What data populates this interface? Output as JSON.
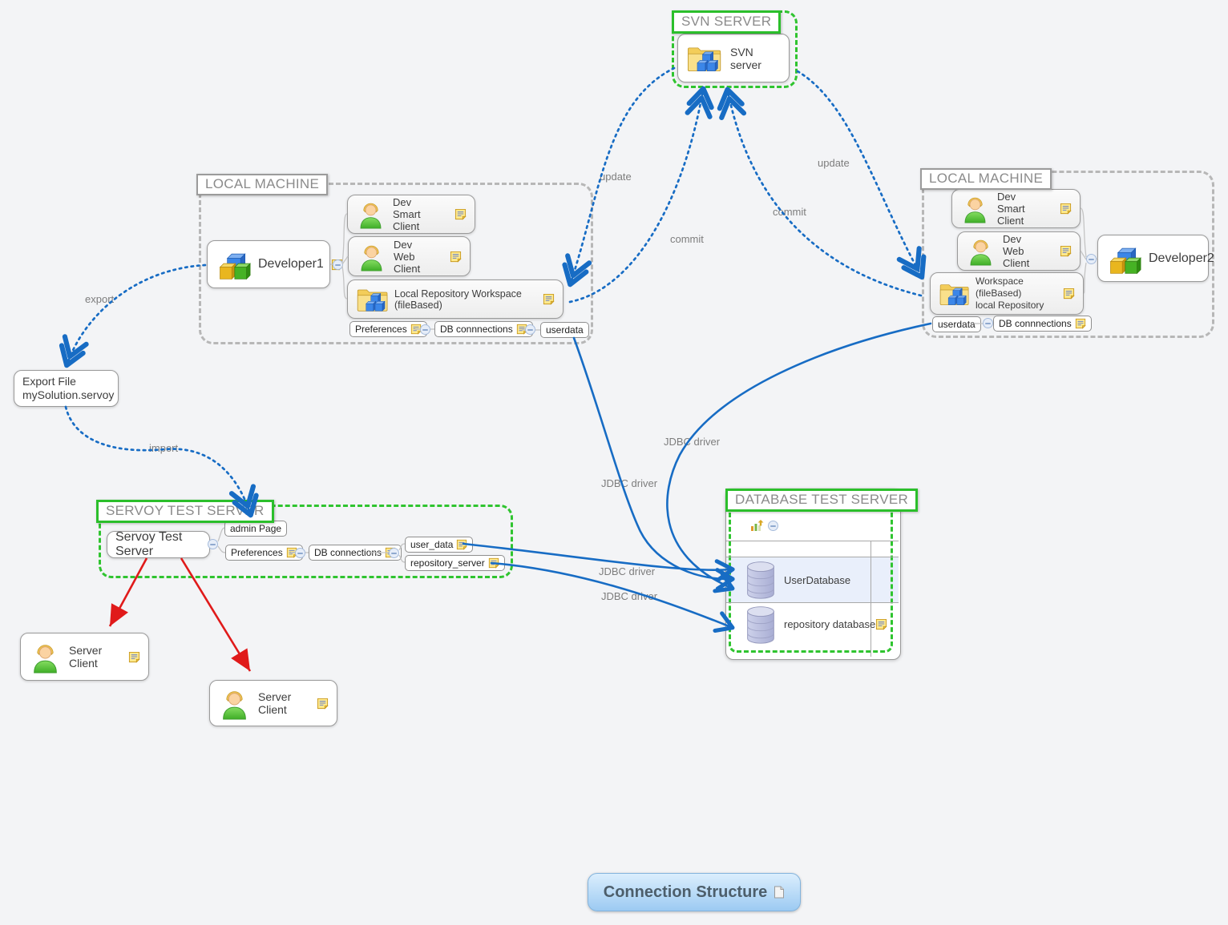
{
  "colors": {
    "background": "#f3f4f6",
    "group_green": "#2fc42f",
    "group_gray": "#b7b7b7",
    "edge_blue": "#176cc4",
    "edge_red": "#e01a1a"
  },
  "svn": {
    "title": "SVN SERVER",
    "server": "SVN server"
  },
  "local_left": {
    "title": "LOCAL MACHINE",
    "developer": "Developer1",
    "smart_client": "Dev Smart Client",
    "web_client": "Dev Web Client",
    "workspace": "Local Repository Workspace (fileBased)",
    "preferences": "Preferences",
    "db_connections": "DB connnections",
    "userdata": "userdata"
  },
  "local_right": {
    "title": "LOCAL MACHINE",
    "developer": "Developer2",
    "smart_client": "Dev Smart Client",
    "web_client": "Dev Web Client",
    "workspace_line1": "Workspace (fileBased)",
    "workspace_line2": "local Repository",
    "userdata": "userdata",
    "db_connections": "DB connnections"
  },
  "servoy": {
    "title": "SERVOY TEST SERVER",
    "server": "Servoy Test Server",
    "admin_page": "admin Page",
    "preferences": "Preferences",
    "db_connections": "DB connections",
    "user_data": "user_data",
    "repository_server": "repository_server"
  },
  "database": {
    "title": "DATABASE TEST SERVER",
    "user_database": "UserDatabase",
    "repository_database": "repository database"
  },
  "export_file": {
    "line1": "Export File",
    "line2": "mySolution.servoy"
  },
  "clients": {
    "server_client_1": "Server Client",
    "server_client_2": "Server Client"
  },
  "edges": {
    "update_left": "update",
    "commit_left": "commit",
    "commit_right": "commit",
    "update_right": "update",
    "export": "export",
    "import": "import",
    "jdbc_1": "JDBC driver",
    "jdbc_2": "JDBC driver",
    "jdbc_3": "JDBC driver",
    "jdbc_4": "JDBC driver"
  },
  "footer": {
    "connection_structure": "Connection Structure"
  },
  "icons": {
    "developer": "cubes-icon",
    "client": "person-icon",
    "repository": "folder-cubes-icon",
    "database": "database-cylinder-icon",
    "note": "note-icon",
    "collapse": "minus-circle-icon",
    "chart": "chart-icon",
    "document": "document-icon"
  }
}
